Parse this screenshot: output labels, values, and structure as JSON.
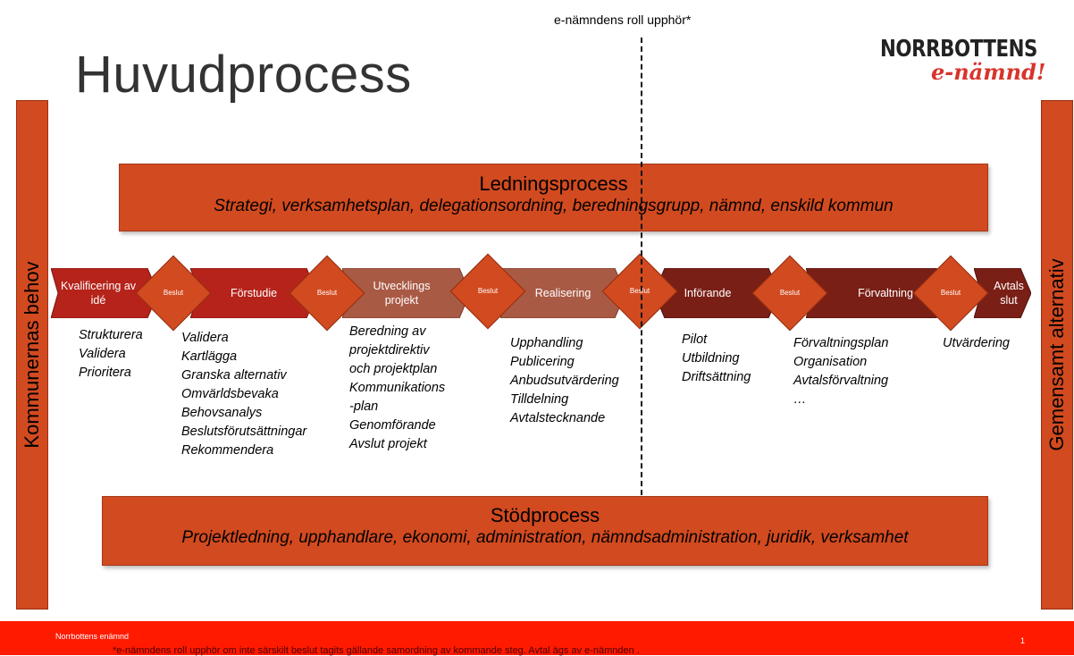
{
  "title": "Huvudprocess",
  "logo": {
    "line1": "NORRBOTTENS",
    "line2": "e-nämnd!"
  },
  "top_note": "e-nämndens roll upphör*",
  "left_sidebar": "Kommunernas behov",
  "right_sidebar": "Gemensamt alternativ",
  "ledning": {
    "title": "Ledningsprocess",
    "subtitle": "Strategi, verksamhetsplan, delegationsordning, beredningsgrupp, nämnd, enskild kommun"
  },
  "stod": {
    "title": "Stödprocess",
    "subtitle": "Projektledning, upphandlare, ekonomi, administration, nämndsadministration, juridik, verksamhet"
  },
  "stages": [
    {
      "label": "Kvalificering av idé",
      "color": "#b5231a"
    },
    {
      "label": "Förstudie",
      "color": "#b5231a"
    },
    {
      "label": "Utvecklings projekt",
      "color": "#a95a45"
    },
    {
      "label": "Realisering",
      "color": "#a95a45"
    },
    {
      "label": "Införande",
      "color": "#7a1f16"
    },
    {
      "label": "Förvaltning",
      "color": "#7a1f16"
    },
    {
      "label": "Avtals slut",
      "color": "#7a1f16"
    }
  ],
  "decision_label": "Beslut",
  "lists": {
    "kvalificering": [
      "Strukturera",
      "Validera",
      "Prioritera"
    ],
    "forstudie": [
      "Validera",
      "Kartlägga",
      "Granska alternativ",
      "Omvärldsbevaka",
      "Behovsanalys",
      "Beslutsförutsättningar",
      "Rekommendera"
    ],
    "utveckling": [
      "Beredning av",
      "projektdirektiv",
      "och projektplan",
      "Kommunikations",
      "-plan",
      "Genomförande",
      "Avslut projekt"
    ],
    "realisering": [
      "Upphandling",
      "Publicering",
      "Anbudsutvärdering",
      "Tilldelning",
      "Avtalstecknande"
    ],
    "inforande": [
      "Pilot",
      "Utbildning",
      "Driftsättning"
    ],
    "forvaltning": [
      "Förvaltningsplan",
      "Organisation",
      "Avtalsförvaltning",
      "…"
    ],
    "avtalsslut": [
      "Utvärdering"
    ]
  },
  "footer": {
    "org": "Norrbottens enämnd",
    "note": "*e-nämndens roll upphör om inte särskilt beslut tagits gällande samordning av kommande steg. Avtal ägs av     e-nämnden .",
    "page": "1"
  },
  "colors": {
    "process_orange": "#d24a1f",
    "footer_red": "#ff1a00"
  }
}
